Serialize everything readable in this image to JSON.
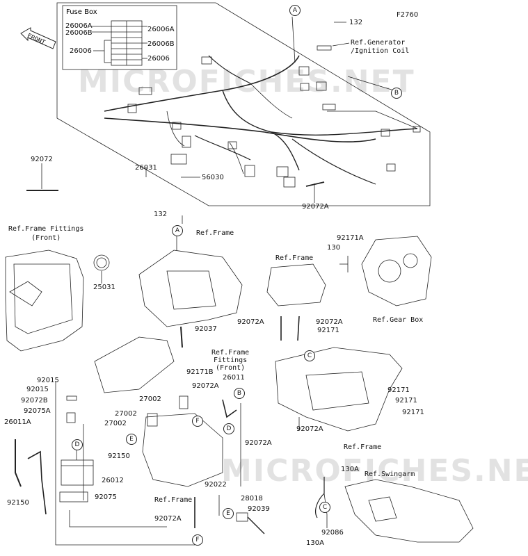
{
  "figure_code": "F2760",
  "watermark": "MICROFICHES.NET",
  "front_arrow": "FRONT",
  "fuse_box": {
    "title": "Fuse Box",
    "left_labels": [
      "26006A",
      "26006B",
      "26006"
    ],
    "right_labels": [
      "26006A",
      "26006B",
      "26006"
    ]
  },
  "callouts": {
    "A": "A",
    "B": "B",
    "C": "C",
    "D": "D",
    "E": "E",
    "F": "F"
  },
  "parts": {
    "p132_top": "132",
    "ref_generator": "Ref.Generator\n/Ignition Coil",
    "p92072": "92072",
    "p26031": "26031",
    "p56030": "56030",
    "p92072A_top": "92072A",
    "p132_mid": "132",
    "ref_frame_fittings_front": "Ref.Frame Fittings\n(Front)",
    "ref_frame_a": "Ref.Frame",
    "p25031": "25031",
    "ref_frame_b": "Ref.Frame",
    "p92171A": "92171A",
    "p130": "130",
    "p92072A_mid_l": "92072A",
    "p92072A_mid_r": "92072A",
    "ref_gear_box": "Ref.Gear Box",
    "p92037": "92037",
    "ref_frame_fittings_front2": "Ref.Frame\nFittings\n(Front)",
    "p92171": "92171",
    "p92171B": "92171B",
    "p26011": "26011",
    "p92015_a": "92015",
    "p92015_b": "92015",
    "p92072B": "92072B",
    "p92075A": "92075A",
    "p26011A": "26011A",
    "p27002_a": "27002",
    "p27002_b": "27002",
    "p27002_c": "27002",
    "p92072A_c": "92072A",
    "p92171_a": "92171",
    "p92171_b": "92171",
    "p92171_c": "92171",
    "p92072A_d": "92072A",
    "p92072A_e": "92072A",
    "ref_frame_c": "Ref.Frame",
    "p92150_a": "92150",
    "p26012": "26012",
    "p92075": "92075",
    "p92150_b": "92150",
    "ref_frame_d": "Ref.Frame",
    "p92022": "92022",
    "p28018": "28018",
    "p92039": "92039",
    "p92072A_f": "92072A",
    "p130A_a": "130A",
    "ref_swingarm": "Ref.Swingarm",
    "p92086": "92086",
    "p130A_b": "130A"
  }
}
